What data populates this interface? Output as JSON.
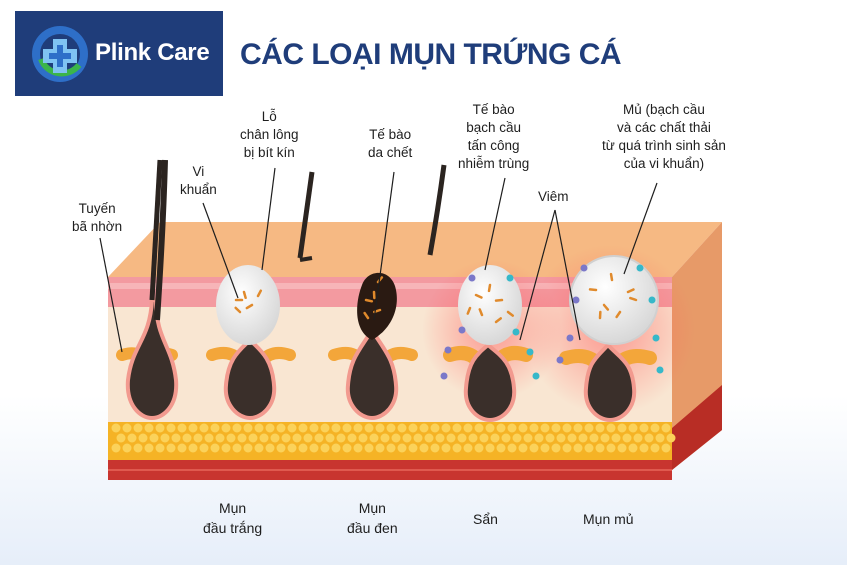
{
  "brand": {
    "name": "Plink Care"
  },
  "title": "CÁC LOẠI MỤN TRỨNG CÁ",
  "labels": {
    "sebaceous_gland": [
      "Tuyến",
      "bã nhờn"
    ],
    "bacteria": [
      "Vi",
      "khuẩn"
    ],
    "clogged_pore": [
      "Lỗ",
      "chân lông",
      "bị bít kín"
    ],
    "dead_cells": [
      "Tế bào",
      "da chết"
    ],
    "white_cells": [
      "Tế bào",
      "bạch cầu",
      "tấn công",
      "nhiễm trùng"
    ],
    "pus": [
      "Mủ (bạch cầu",
      "và các chất thải",
      "từ quá trình sinh sản",
      "của vi khuẩn)"
    ],
    "inflammation": "Viêm"
  },
  "captions": {
    "whitehead": [
      "Mụn",
      "đầu trắng"
    ],
    "blackhead": [
      "Mụn",
      "đầu đen"
    ],
    "papule": "Sẩn",
    "pustule": "Mụn mủ"
  },
  "colors": {
    "brand": "#1f3d7a",
    "skin_top": "#f7c08a",
    "dermis": "#f8e4cf",
    "fat": "#f5b325",
    "muscle": "#c8352f"
  }
}
